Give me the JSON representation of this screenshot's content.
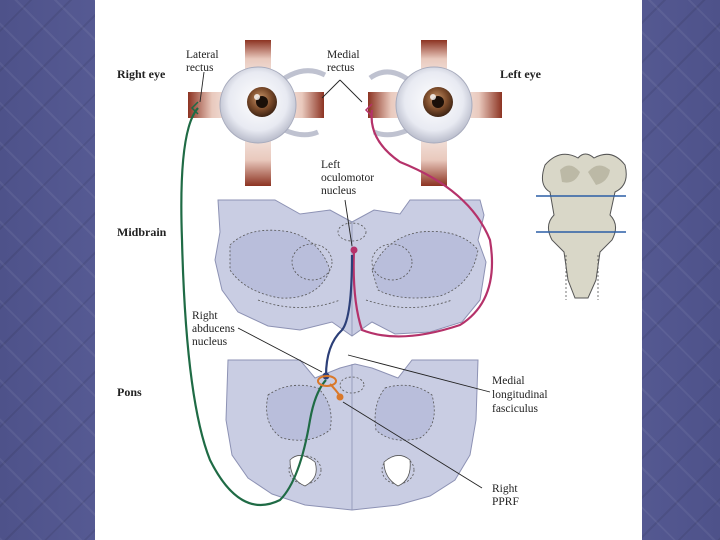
{
  "labels": {
    "right_eye": "Right eye",
    "left_eye": "Left eye",
    "lateral_rectus": [
      "Lateral",
      "rectus"
    ],
    "medial_rectus": [
      "Medial",
      "rectus"
    ],
    "left_oculomotor": [
      "Left",
      "oculomotor",
      "nucleus"
    ],
    "midbrain": "Midbrain",
    "right_abducens": [
      "Right",
      "abducens",
      "nucleus"
    ],
    "pons": "Pons",
    "mlf": [
      "Medial",
      "longitudinal",
      "fasciculus"
    ],
    "pprf": [
      "Right",
      "PPRF"
    ]
  },
  "colors": {
    "abducens_pathway": "#1f6b45",
    "oculomotor_pathway": "#b5326a",
    "mlf_pathway": "#2c3f78",
    "pprf_pathway": "#d9782a",
    "section_fill": "#c9cde3",
    "muscle": "#9a3d2a"
  }
}
